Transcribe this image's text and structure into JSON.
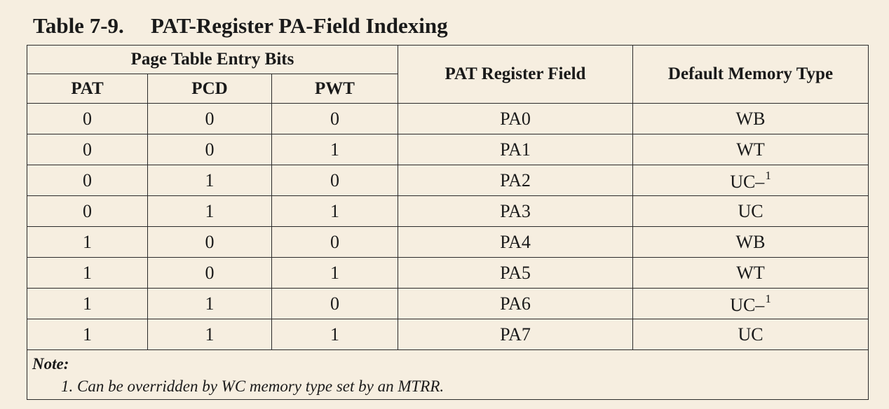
{
  "table": {
    "caption_number": "Table 7-9.",
    "caption_title": "PAT-Register PA-Field Indexing",
    "group_header": "Page Table Entry Bits",
    "columns": [
      "PAT",
      "PCD",
      "PWT",
      "PAT Register Field",
      "Default Memory Type"
    ],
    "rows": [
      {
        "pat": "0",
        "pcd": "0",
        "pwt": "0",
        "field": "PA0",
        "type": "WB",
        "footnote": ""
      },
      {
        "pat": "0",
        "pcd": "0",
        "pwt": "1",
        "field": "PA1",
        "type": "WT",
        "footnote": ""
      },
      {
        "pat": "0",
        "pcd": "1",
        "pwt": "0",
        "field": "PA2",
        "type": "UC–",
        "footnote": "1"
      },
      {
        "pat": "0",
        "pcd": "1",
        "pwt": "1",
        "field": "PA3",
        "type": "UC",
        "footnote": ""
      },
      {
        "pat": "1",
        "pcd": "0",
        "pwt": "0",
        "field": "PA4",
        "type": "WB",
        "footnote": ""
      },
      {
        "pat": "1",
        "pcd": "0",
        "pwt": "1",
        "field": "PA5",
        "type": "WT",
        "footnote": ""
      },
      {
        "pat": "1",
        "pcd": "1",
        "pwt": "0",
        "field": "PA6",
        "type": "UC–",
        "footnote": "1"
      },
      {
        "pat": "1",
        "pcd": "1",
        "pwt": "1",
        "field": "PA7",
        "type": "UC",
        "footnote": ""
      }
    ],
    "note_title": "Note:",
    "note_text": "1. Can be overridden by WC memory type set by an MTRR."
  }
}
